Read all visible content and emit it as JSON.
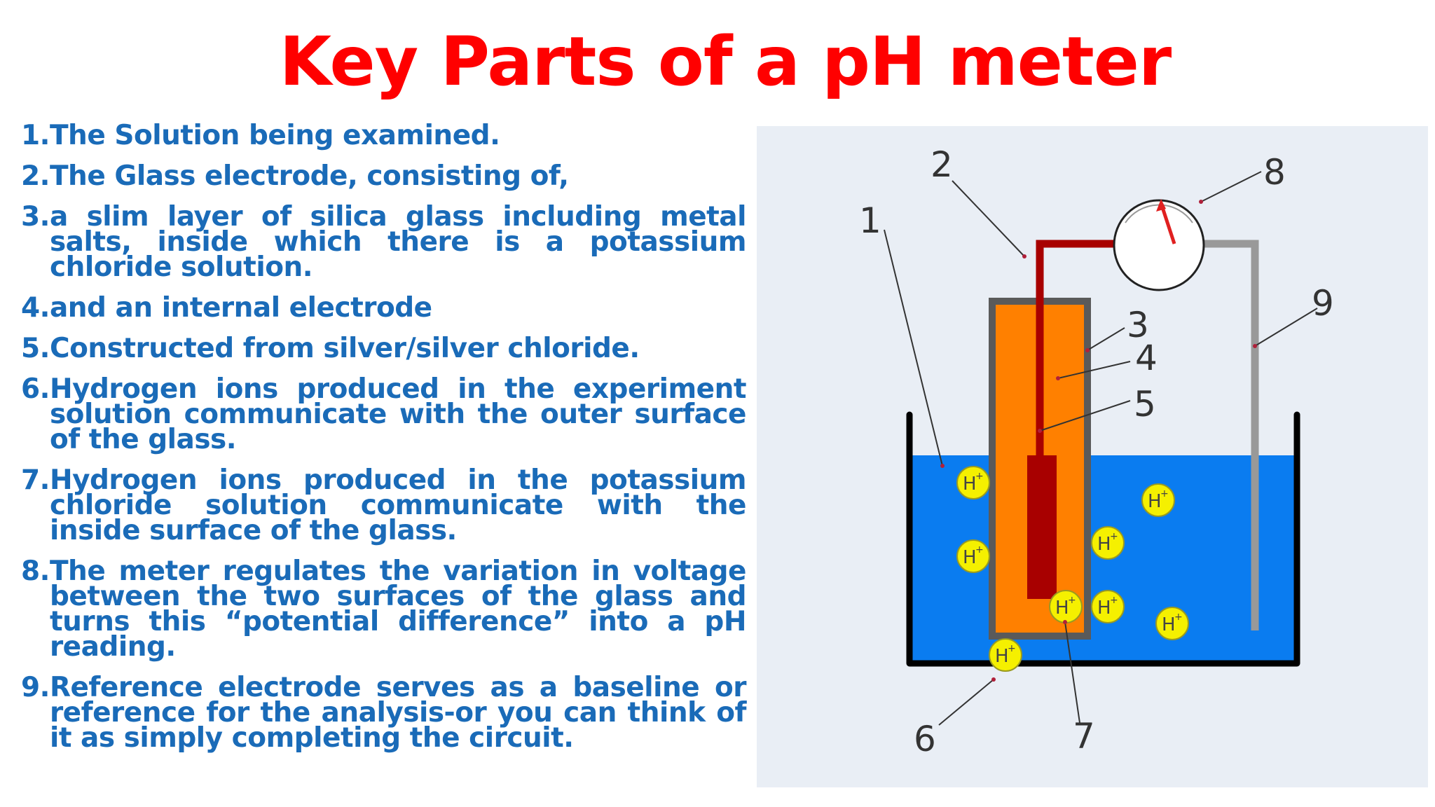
{
  "title": "Key Parts of a pH meter",
  "items": [
    {
      "num": "1.",
      "text": "The Solution being examined."
    },
    {
      "num": "2.",
      "text": "The Glass electrode, consisting of,"
    },
    {
      "num": "3.",
      "text": "a slim layer of silica glass including metal salts, inside which there is a potassium chloride solution."
    },
    {
      "num": "4.",
      "text": "and an internal electrode"
    },
    {
      "num": "5.",
      "text": "Constructed from silver/silver chloride."
    },
    {
      "num": "6.",
      "text": "Hydrogen ions produced in the experiment solution communicate with the outer surface of the glass."
    },
    {
      "num": "7.",
      "text": "Hydrogen ions produced in the potassium chloride solution communicate with the inside surface of the glass."
    },
    {
      "num": "8.",
      "text": "The meter regulates the variation in voltage between the two surfaces of the glass and turns this “potential difference” into a pH reading."
    },
    {
      "num": "9.",
      "text": "Reference electrode serves as a baseline or reference for the analysis-or you can think of it as simply completing the circuit."
    }
  ],
  "diagram": {
    "labels": [
      "1",
      "2",
      "3",
      "4",
      "5",
      "6",
      "7",
      "8",
      "9"
    ],
    "ion_symbol": "H",
    "ion_charge": "+",
    "colors": {
      "title": "#ff0000",
      "text": "#1a6bb8",
      "solution": "#0a7cf0",
      "glass_electrode": "#ff8000",
      "internal_electrode": "#a80000",
      "reference_electrode": "#999999",
      "ion": "#f5f000"
    }
  }
}
